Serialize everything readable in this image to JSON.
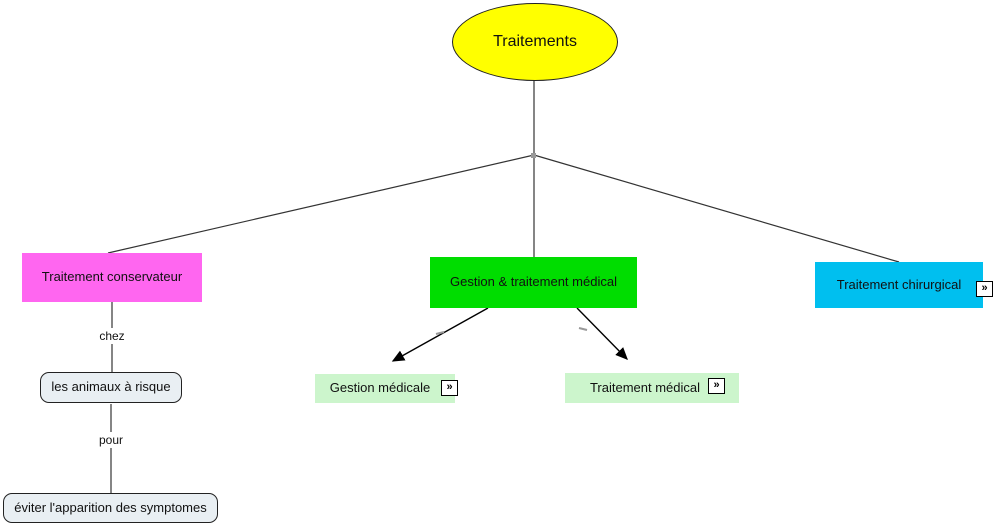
{
  "nodes": {
    "root": {
      "label": "Traitements",
      "fill": "#ffff00"
    },
    "conservateur": {
      "label": "Traitement conservateur",
      "fill": "#ff66f0"
    },
    "gestion_traitement": {
      "label": "Gestion & traitement médical",
      "fill": "#00dd00"
    },
    "chirurgical": {
      "label": "Traitement chirurgical",
      "fill": "#00bfef"
    },
    "gestion_medicale": {
      "label": "Gestion médicale",
      "fill": "#ccf5cc"
    },
    "traitement_medical": {
      "label": "Traitement médical",
      "fill": "#ccf5cc"
    },
    "animaux_risque": {
      "label": "les animaux à risque",
      "fill": "#e9eff3"
    },
    "symptomes": {
      "label": "éviter l'apparition des symptomes",
      "fill": "#e9eff3"
    }
  },
  "edge_labels": {
    "chez": "chez",
    "pour": "pour"
  },
  "icons": {
    "resource_icon": "»"
  },
  "colors": {
    "background": "#ffffff",
    "line": "#333333",
    "arrow": "#000000",
    "junction_dot": "#999999",
    "rounded_border": "#222222"
  }
}
